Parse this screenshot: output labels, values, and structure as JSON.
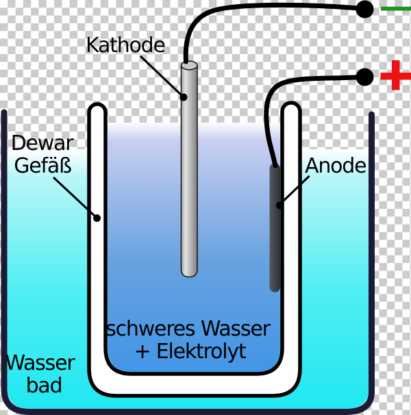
{
  "labels": {
    "kathode": "Kathode",
    "anode": "Anode",
    "dewar_line1": "Dewar",
    "dewar_line2": "Gefäß",
    "electrolyte_line1": "schweres Wasser",
    "electrolyte_line2": "+ Elektrolyt",
    "bath_line1": "Wasser",
    "bath_line2": "bad"
  },
  "terminals": {
    "negative": {
      "symbol": "−",
      "color": "#1e9522"
    },
    "positive": {
      "symbol": "+",
      "color": "#ee1313"
    }
  },
  "colors": {
    "bath_top": "#ffffff",
    "bath_mid": "#4feef2",
    "bath_bottom": "#20e7f2",
    "electrolyte_top": "#fdfdff",
    "electrolyte_mid": "#c9cff0",
    "electrolyte_bottom": "#4295e6",
    "vessel_outline": "#1b1b36",
    "dewar_outline": "#000000",
    "dewar_fill": "#ffffff",
    "cathode_body": "#c9c9c9",
    "anode_body": "#3d4043",
    "wire": "#000000",
    "checker_gray": "#cbcbcb"
  }
}
